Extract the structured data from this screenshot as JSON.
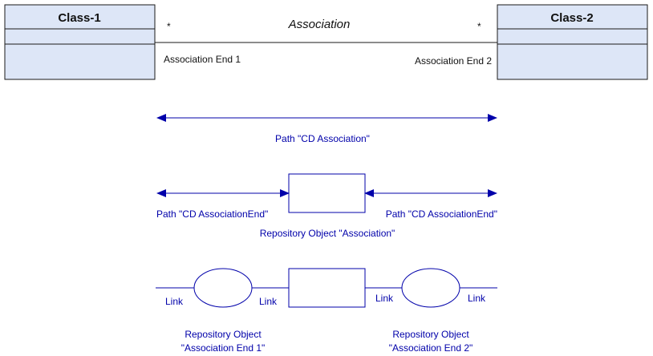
{
  "colors": {
    "class_fill": "#dde6f7",
    "ink": "#111111",
    "accent": "#0000aa"
  },
  "class_diagram": {
    "class1_name": "Class-1",
    "class2_name": "Class-2",
    "association_name": "Association",
    "multiplicity_left": "*",
    "multiplicity_right": "*",
    "end1_label": "Association End 1",
    "end2_label": "Association End 2"
  },
  "paths": {
    "cd_association": "Path \"CD Association\"",
    "cd_end_left": "Path \"CD AssociationEnd\"",
    "cd_end_right": "Path \"CD AssociationEnd\"",
    "repo_association": "Repository Object \"Association\""
  },
  "links": {
    "link1": "Link",
    "link2": "Link",
    "link3": "Link",
    "link4": "Link",
    "repo_end1_line1": "Repository Object",
    "repo_end1_line2": "\"Association End 1\"",
    "repo_end2_line1": "Repository Object",
    "repo_end2_line2": "\"Association End 2\""
  }
}
